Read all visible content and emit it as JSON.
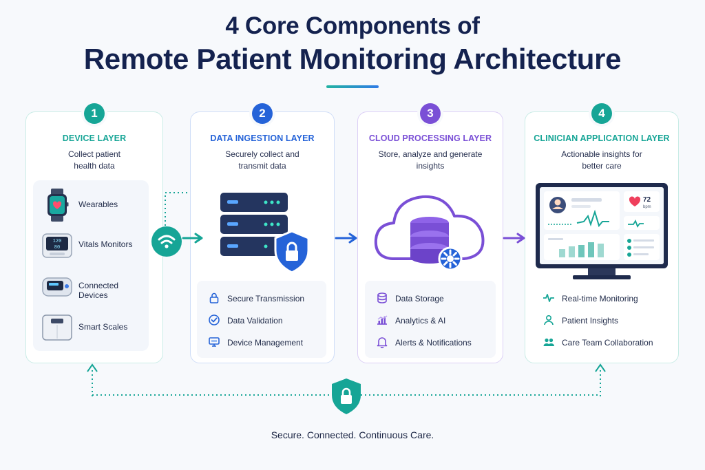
{
  "header": {
    "title_line1": "4 Core Components of",
    "title_line2": "Remote Patient Monitoring Architecture"
  },
  "layers": [
    {
      "number": "1",
      "title": "DEVICE LAYER",
      "desc_line1": "Collect patient",
      "desc_line2": "health data",
      "color": "#16a596",
      "items": [
        "Wearables",
        "Vitals Monitors",
        "Connected Devices",
        "Smart Scales"
      ]
    },
    {
      "number": "2",
      "title": "DATA INGESTION LAYER",
      "desc_line1": "Securely collect and",
      "desc_line2": "transmit data",
      "color": "#2563d8",
      "features": [
        "Secure Transmission",
        "Data Validation",
        "Device Management"
      ]
    },
    {
      "number": "3",
      "title": "CLOUD PROCESSING LAYER",
      "desc_line1": "Store, analyze and generate",
      "desc_line2": "insights",
      "color": "#7a4fd6",
      "features": [
        "Data Storage",
        "Analytics & AI",
        "Alerts & Notifications"
      ]
    },
    {
      "number": "4",
      "title": "CLINICIAN APPLICATION LAYER",
      "desc_line1": "Actionable insights for",
      "desc_line2": "better care",
      "color": "#16a596",
      "features": [
        "Real-time Monitoring",
        "Patient Insights",
        "Care Team Collaboration"
      ],
      "monitor": {
        "heart_rate": "72",
        "heart_unit": "bpm"
      }
    }
  ],
  "device_screens": {
    "vitals_top": "120",
    "vitals_bottom": "80"
  },
  "footer": {
    "tagline": "Secure. Connected. Continuous Care."
  },
  "colors": {
    "teal": "#16a596",
    "blue": "#2563d8",
    "purple": "#7a4fd6",
    "navy": "#14224f"
  },
  "icons": {
    "wifi": "wifi-icon",
    "shield": "shield-lock-icon",
    "server": "server-stack-icon",
    "cloud": "cloud-database-icon",
    "gear": "gear-icon"
  }
}
